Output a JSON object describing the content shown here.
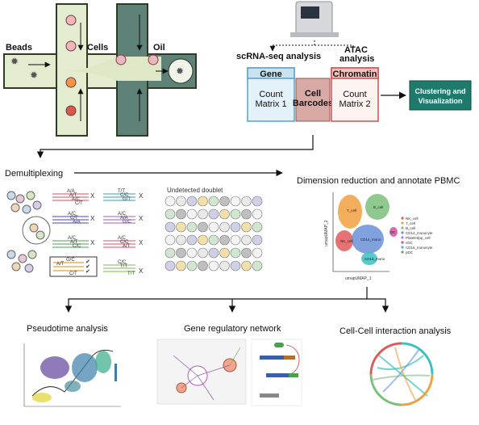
{
  "droplet": {
    "beads_label": "Beads",
    "cells_label": "Cells",
    "oil_label": "Oil"
  },
  "sequencing": {
    "scrna_label": "scRNA-seq analysis",
    "atac_label_line1": "ATAC",
    "atac_label_line2": "analysis"
  },
  "matrices": {
    "gene_header": "Gene",
    "gene_body_line1": "Count",
    "gene_body_line2": "Matrix 1",
    "barcode_line1": "Cell",
    "barcode_line2": "Barcodes",
    "chromatin_header": "Chromatin",
    "chromatin_body_line1": "Count",
    "chromatin_body_line2": "Matrix 2",
    "clustering_line1": "Clustering and",
    "clustering_line2": "Visualization"
  },
  "steps": {
    "demultiplexing": "Demultiplexing",
    "dimension_reduction": "Dimension reduction and annotate PBMC",
    "undetected_doublet": "Undetected doublet",
    "pseudotime": "Pseudotime analysis",
    "grn": "Gene regulatory network",
    "cell_cell": "Cell-Cell interaction analysis"
  },
  "alleles": {
    "g1": [
      "A/A",
      "A/T",
      "A/C",
      "C/T"
    ],
    "g2": [
      "A/C",
      "C/T",
      "A/A"
    ],
    "g3": [
      "A/C",
      "A/T",
      "C/C"
    ],
    "g4": [
      "G/C",
      "A/T",
      "C/T"
    ],
    "g5": [
      "T/T",
      "C/C",
      "G/T"
    ],
    "g6": [
      "A/C",
      "A/A",
      "G/C"
    ],
    "g7": [
      "A/C",
      "C/C",
      "A/T"
    ],
    "g8": [
      "C/C",
      "T/T",
      "T/T"
    ]
  },
  "umap": {
    "x_axis": "umapUMAP_1",
    "y_axis": "umapUMAP_2",
    "cluster_labels": [
      "T_cell",
      "B_cell",
      "NK_cell",
      "CD14_mono",
      "CD16_mono",
      "DC"
    ],
    "legend": [
      "NK_cell",
      "T_cell",
      "B_cell",
      "CD14_monocyte",
      "Platelet/pp_cell",
      "cDC",
      "CD16_monocyte",
      "pDC"
    ]
  },
  "colors": {
    "chip_fill": "#e4eccf",
    "chip_stroke": "#2f3b24",
    "oil_fill": "#5e8178",
    "gene_fill": "#e3f1f8",
    "gene_stroke": "#5aa0c8",
    "barcode_fill": "#d9a9a6",
    "chromatin_stroke": "#d05050",
    "chromatin_fill": "#fdf3f1",
    "clustering_fill": "#1e7a6b"
  }
}
